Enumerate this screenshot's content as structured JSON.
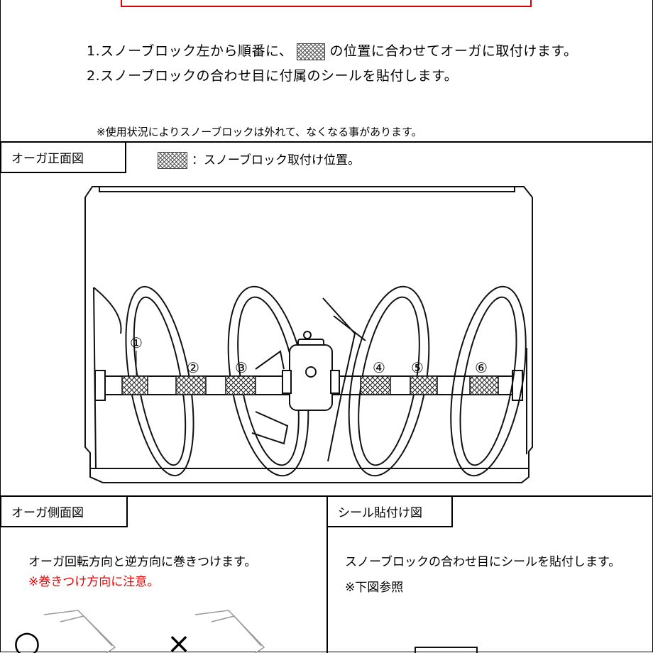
{
  "instructions": {
    "line1_pre": "1.スノーブロック左から順番に、",
    "line1_post": "の位置に合わせてオーガに取付けます。",
    "line2": "2.スノーブロックの合わせ目に付属のシールを貼付します。",
    "note": "※使用状況によりスノーブロックは外れて、なくなる事があります。"
  },
  "front_view": {
    "title": "オーガ正面図",
    "legend": "：スノーブロック取付け位置。",
    "markers": [
      "①",
      "②",
      "③",
      "④",
      "⑤",
      "⑥"
    ]
  },
  "side_view": {
    "title": "オーガ側面図",
    "text": "オーガ回転方向と逆方向に巻きつけます。",
    "warning": "※巻きつけ方向に注意。",
    "ok_symbol": "○",
    "ng_symbol": "×",
    "warning_color": "#e00000"
  },
  "seal_view": {
    "title": "シール貼付け図",
    "text": "スノーブロックの合わせ目にシールを貼付します。",
    "ref": "※下図参照"
  }
}
